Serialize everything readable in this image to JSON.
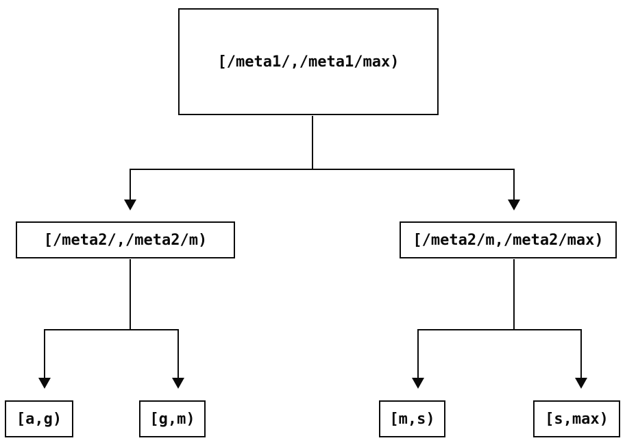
{
  "colors": {
    "background": "#ffffff",
    "line": "#0a0a0a",
    "text": "#0a0a0a"
  },
  "tree": {
    "root": {
      "label": "[/meta1/,/meta1/max)",
      "children": [
        {
          "label": "[/meta2/,/meta2/m)",
          "children": [
            {
              "label": "[a,g)"
            },
            {
              "label": "[g,m)"
            }
          ]
        },
        {
          "label": "[/meta2/m,/meta2/max)",
          "children": [
            {
              "label": "[m,s)"
            },
            {
              "label": "[s,max)"
            }
          ]
        }
      ]
    }
  }
}
